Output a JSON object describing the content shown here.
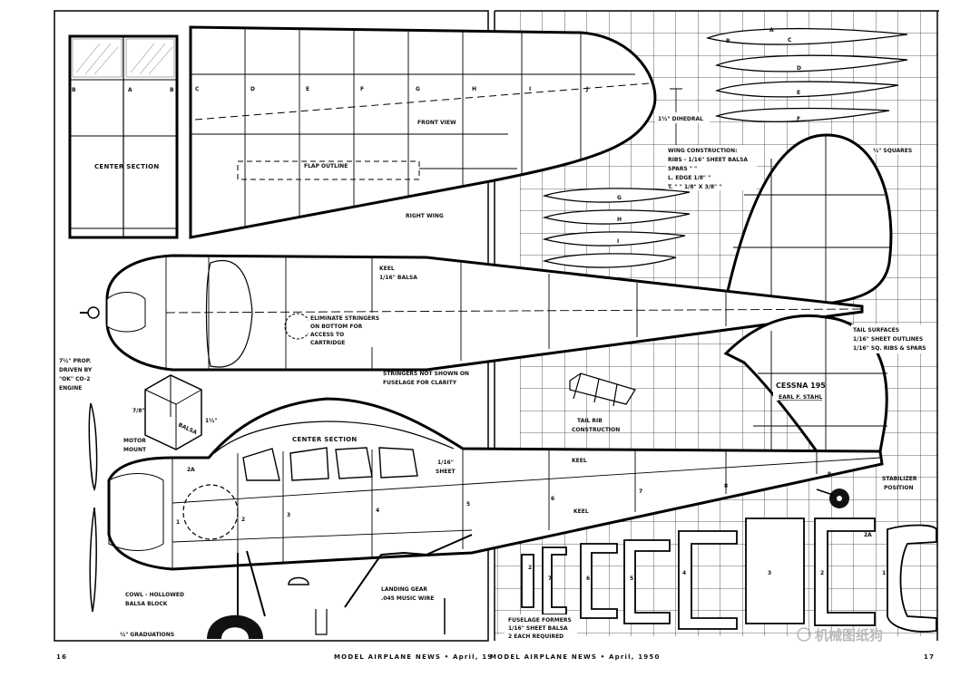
{
  "labels": {
    "center_section_top": "CENTER SECTION",
    "front_view": "FRONT VIEW",
    "flap_outline": "FLAP OUTLINE",
    "right_wing": "RIGHT WING",
    "dihedral": "1½\" DIHEDRAL",
    "wing_construction": [
      "WING CONSTRUCTION:",
      "RIBS - 1/16\" SHEET BALSA",
      "SPARS \"    \"",
      "L. EDGE 1/8\" \"",
      "T.  \" \"  1/8\" X 3/8\" \""
    ],
    "squares": "½\" SQUARES",
    "keel_balsa": [
      "KEEL",
      "1/16\" BALSA"
    ],
    "eliminate": [
      "ELIMINATE STRINGERS",
      "ON BOTTOM FOR",
      "ACCESS TO",
      "CARTRIDGE"
    ],
    "prop": [
      "7½\" PROP.",
      "DRIVEN BY",
      "\"OK\" CO-2",
      "ENGINE"
    ],
    "stringers": [
      "STRINGERS NOT SHOWN ON",
      "FUSELAGE FOR CLARITY"
    ],
    "tail_rib": [
      "TAIL RIB",
      "CONSTRUCTION"
    ],
    "cessna": "CESSNA 195",
    "designer": "EARL F. STAHL",
    "tail_surfaces": [
      "TAIL SURFACES",
      "1/16\" SHEET OUTLINES",
      "1/16\" SQ. RIBS & SPARS"
    ],
    "motor_mount": [
      "MOTOR",
      "MOUNT"
    ],
    "mount_balsa": "BALSA",
    "mount_half": "1½\"",
    "mount_78": "7/8\"",
    "center_section_side": "CENTER SECTION",
    "sheet": [
      "1/16\"",
      "SHEET"
    ],
    "keel": "KEEL",
    "stabilizer": [
      "STABILIZER",
      "POSITION"
    ],
    "cowl": [
      "COWL - HOLLOWED",
      "BALSA BLOCK"
    ],
    "landing_gear": [
      "LANDING GEAR",
      ".045 MUSIC WIRE"
    ],
    "graduations": "½\" GRADUATIONS",
    "formers": [
      "FUSELAGE FORMERS",
      "1/16\" SHEET BALSA",
      "2 EACH REQUIRED"
    ]
  },
  "rib_letters": [
    "A",
    "B",
    "C",
    "D",
    "E",
    "F",
    "G",
    "H",
    "I"
  ],
  "wing_stations": [
    "C",
    "D",
    "E",
    "F",
    "G",
    "H",
    "I",
    "J"
  ],
  "center_stations": [
    "B",
    "A",
    "B"
  ],
  "former_numbers": [
    "1",
    "2",
    "2A",
    "3",
    "4",
    "5",
    "6",
    "7",
    "8",
    "9"
  ],
  "footer": {
    "page_left": "16",
    "page_right": "17",
    "left_text": "MODEL AIRPLANE NEWS • April, 19",
    "right_text": "MODEL AIRPLANE NEWS • April, 1950"
  },
  "watermark": "机械图纸狗"
}
